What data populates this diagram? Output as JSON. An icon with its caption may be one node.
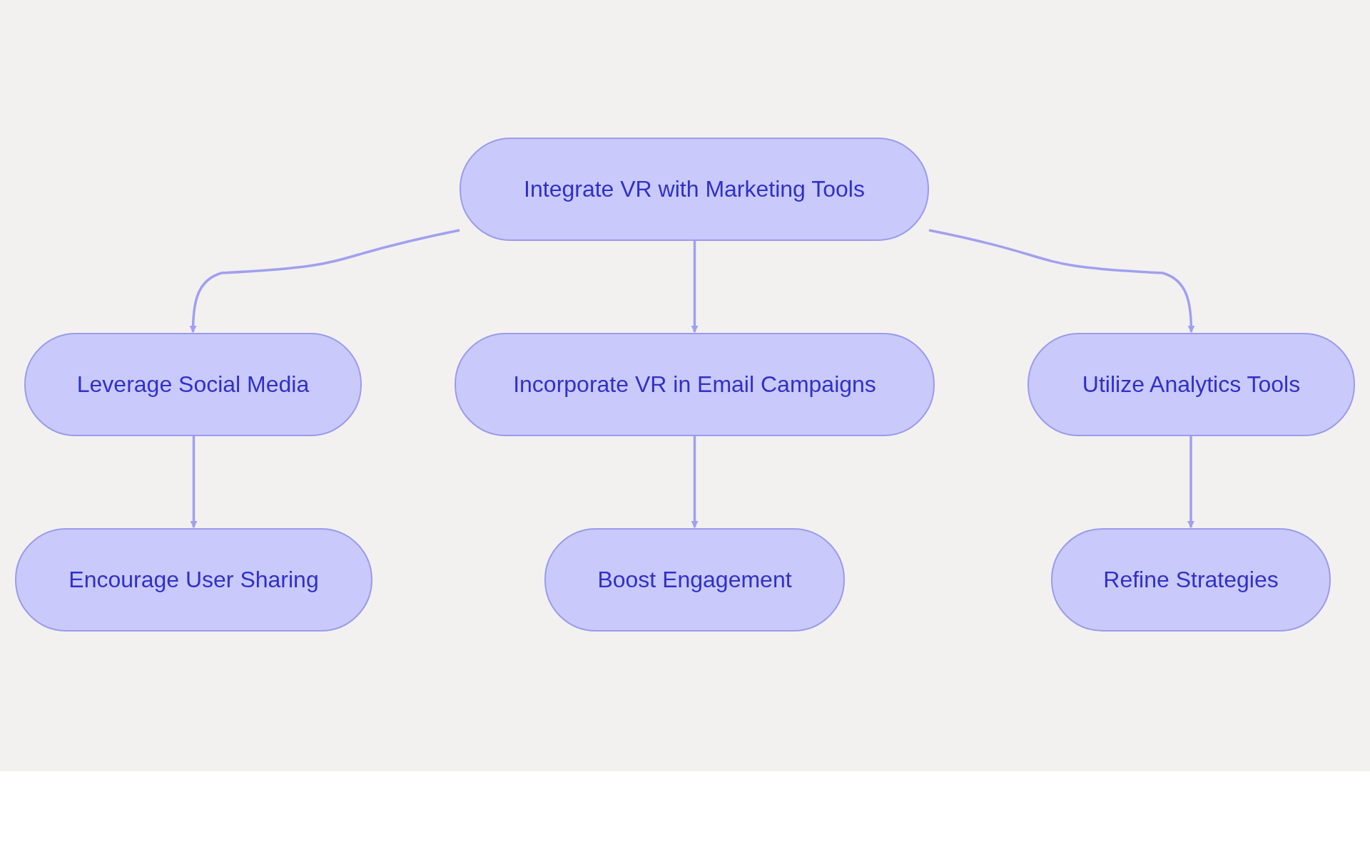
{
  "diagram": {
    "nodes": [
      {
        "text": [
          "Integrate VR with Marketing Tools"
        ]
      },
      {
        "text": [
          "Leverage Social Media"
        ]
      },
      {
        "text": [
          "Incorporate VR in Email Campaigns"
        ]
      },
      {
        "text": [
          "Utilize Analytics Tools"
        ]
      },
      {
        "text": [
          "Encourage User Sharing"
        ]
      },
      {
        "text": [
          "Boost Engagement"
        ]
      },
      {
        "text": [
          "Refine Strategies"
        ]
      }
    ],
    "edges": [
      {
        "from": 0,
        "to": 1,
        "arrow": "to"
      },
      {
        "from": 0,
        "to": 2,
        "arrow": "to"
      },
      {
        "from": 0,
        "to": 3,
        "arrow": "to"
      },
      {
        "from": 1,
        "to": 4,
        "arrow": "to"
      },
      {
        "from": 2,
        "to": 5,
        "arrow": "to"
      },
      {
        "from": 3,
        "to": 6,
        "arrow": "to"
      }
    ]
  }
}
